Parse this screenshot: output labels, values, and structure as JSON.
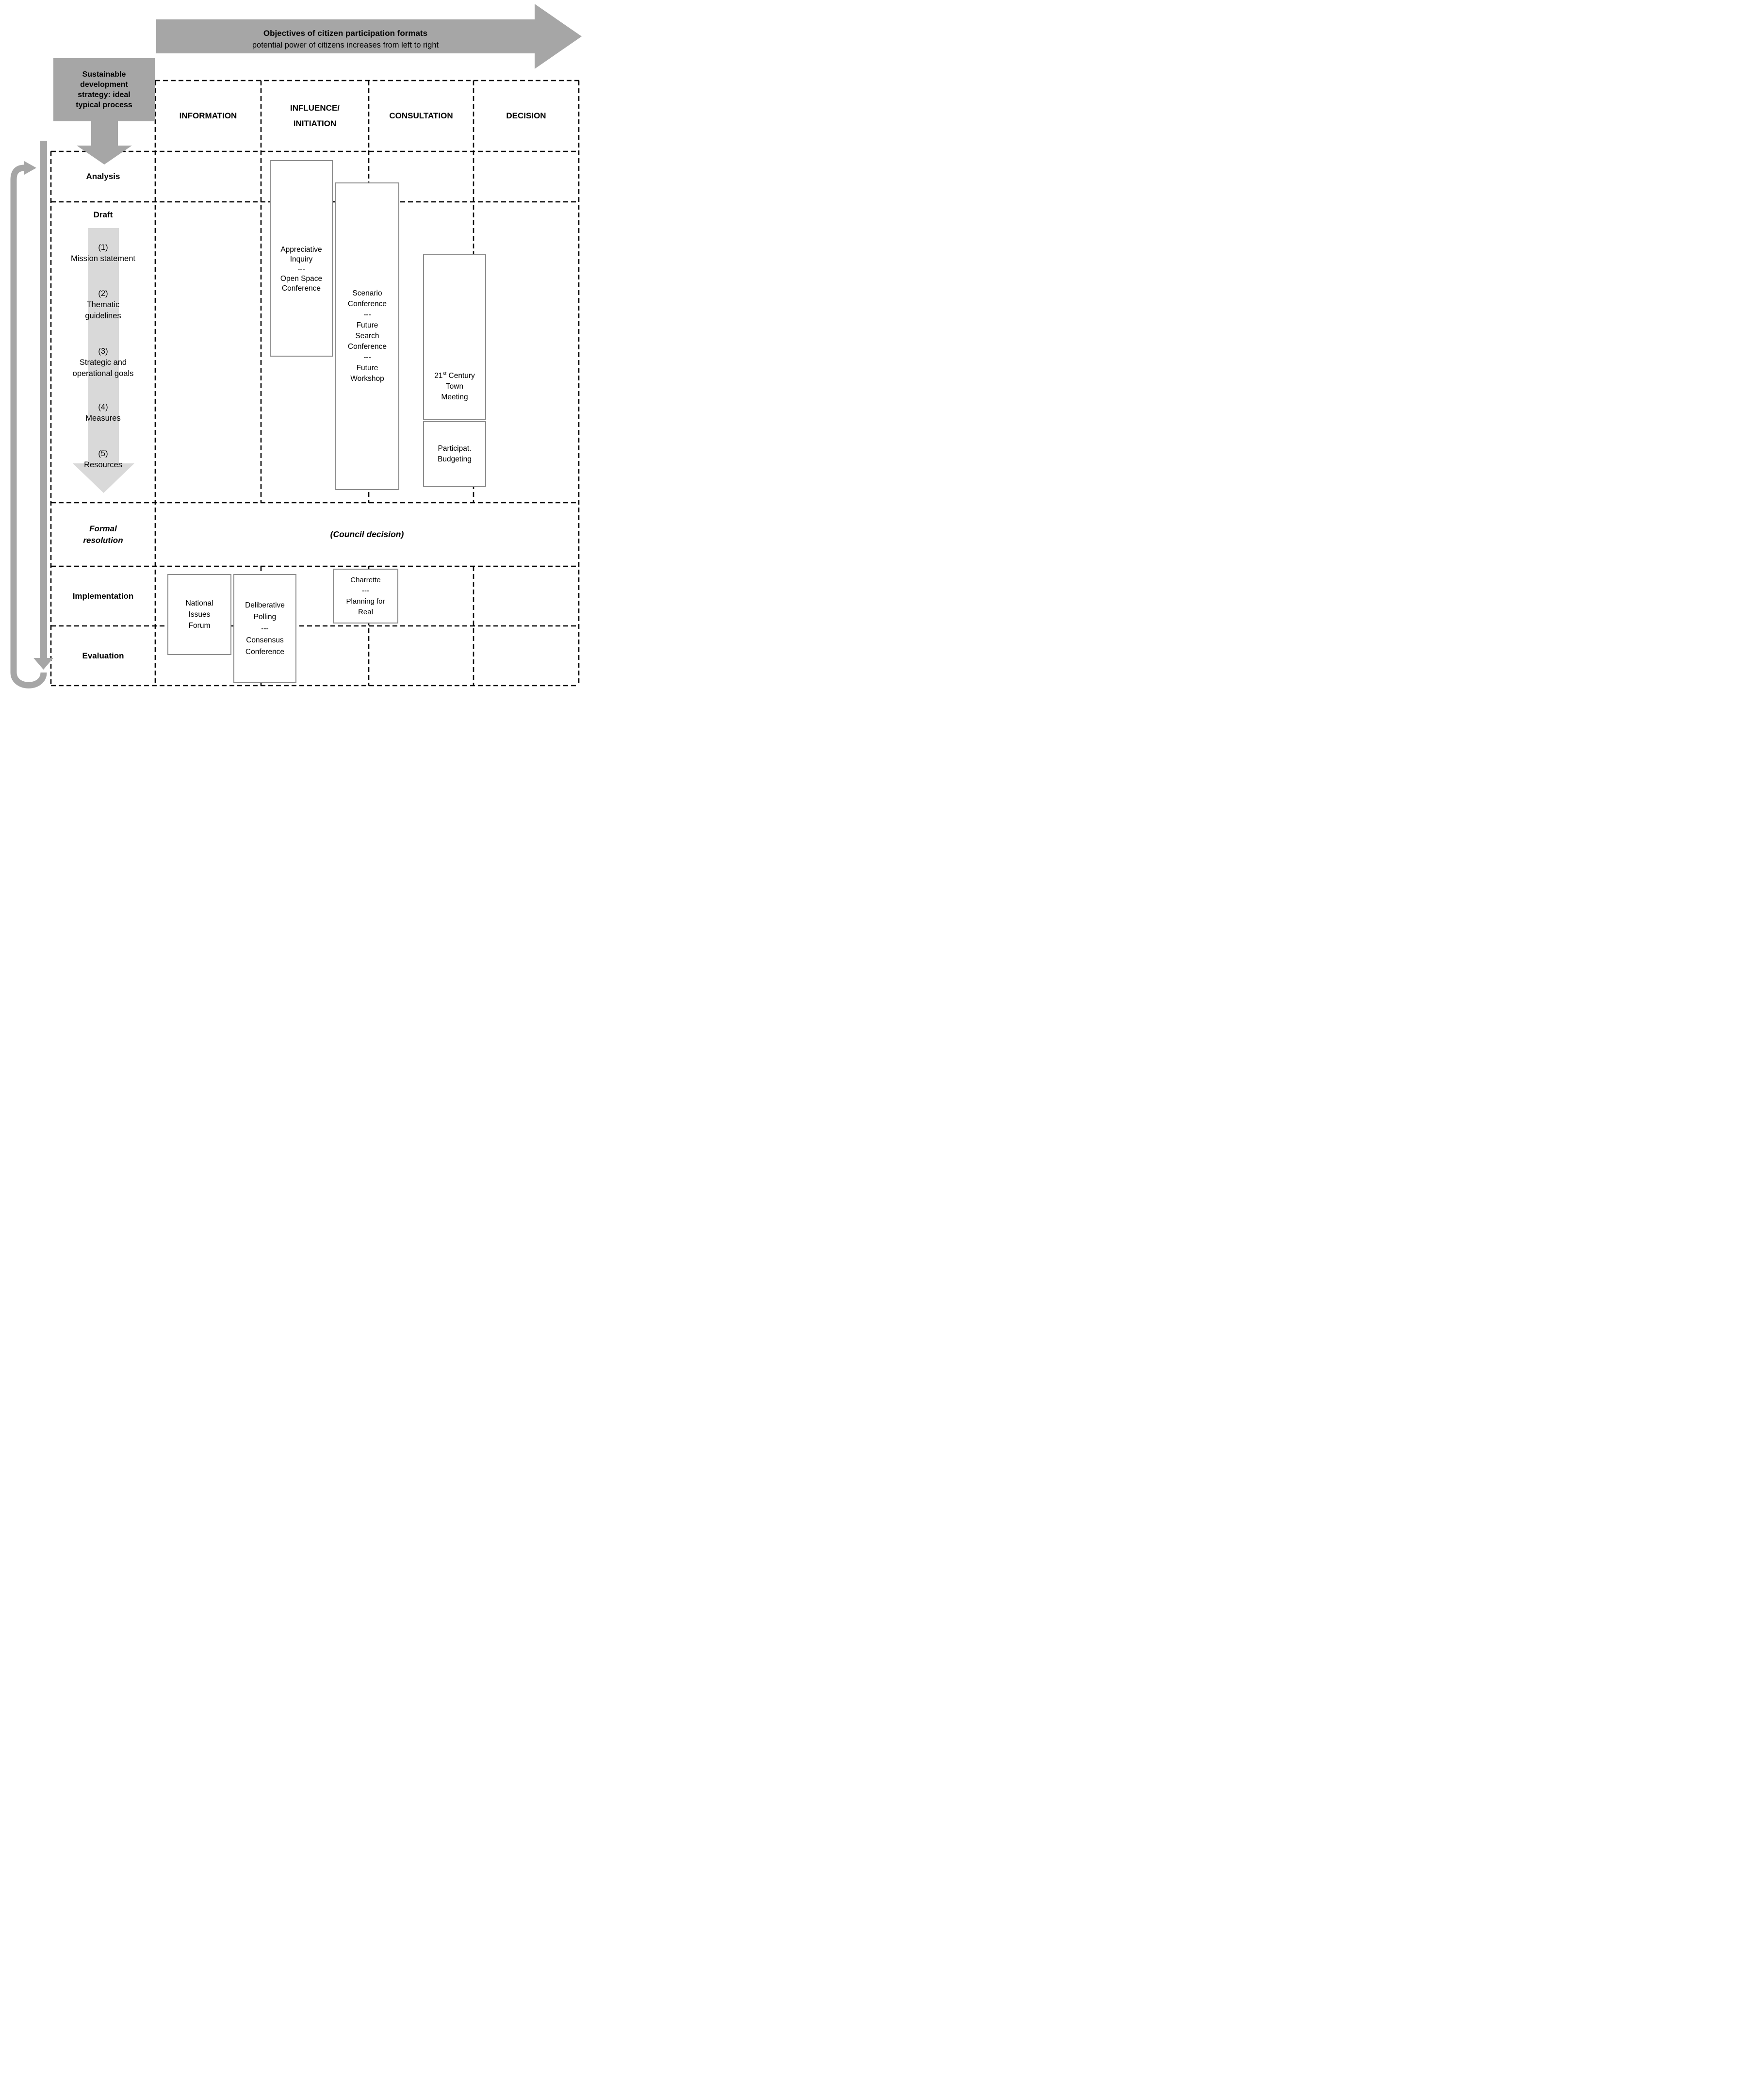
{
  "top_arrow": {
    "title": "Objectives of citizen participation formats",
    "subtitle": "potential power of citizens increases from left to right"
  },
  "process_box": {
    "label": "Sustainable\ndevelopment\nstrategy: ideal\ntypical process"
  },
  "columns": [
    {
      "label": "INFORMATION"
    },
    {
      "label": "INFLUENCE/\nINITIATION"
    },
    {
      "label": "CONSULTATION"
    },
    {
      "label": "DECISION"
    }
  ],
  "rows": {
    "analysis": "Analysis",
    "draft": "Draft",
    "draft_items": [
      "(1)\nMission statement",
      "(2)\nThematic\nguidelines",
      "(3)\nStrategic and\noperational goals",
      "(4)\nMeasures",
      "(5)\nResources"
    ],
    "formal_resolution": "Formal\nresolution",
    "implementation": "Implementation",
    "evaluation": "Evaluation"
  },
  "cells": {
    "council_decision": "(Council decision)",
    "formats": {
      "appreciative": "Appreciative\nInquiry\n---\nOpen Space\nConference",
      "scenario": "Scenario\nConference\n---\nFuture\nSearch\nConference\n---\nFuture\nWorkshop",
      "town_meeting": {
        "num": "21",
        "sup": "st",
        "rest": " Century",
        "line2": "Town",
        "line3": "Meeting"
      },
      "participatory": "Participat.\nBudgeting",
      "national_issues": "National\nIssues\nForum",
      "deliberative": "Deliberative\nPolling\n---\nConsensus\nConference",
      "charrette": "Charrette\n---\nPlanning for\nReal"
    }
  },
  "colors": {
    "arrow_gray": "#a6a6a6",
    "light_gray": "#d9d9d9",
    "box_border": "#8c8c8c"
  }
}
